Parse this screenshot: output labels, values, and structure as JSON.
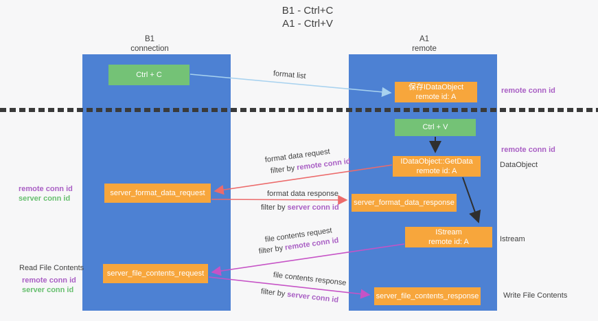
{
  "title": {
    "line1": "B1 - Ctrl+C",
    "line2": "A1 - Ctrl+V"
  },
  "lanes": {
    "left": {
      "name": "B1",
      "role": "connection"
    },
    "right": {
      "name": "A1",
      "role": "remote"
    }
  },
  "boxes": {
    "ctrl_c": {
      "label": "Ctrl + C"
    },
    "save_idataobject": {
      "line1": "保存IDataObject",
      "line2": "remote id: A"
    },
    "ctrl_v": {
      "label": "Ctrl + V"
    },
    "getdata": {
      "line1": "IDataObject::GetData",
      "line2": "remote id: A"
    },
    "format_request": {
      "label": "server_format_data_request"
    },
    "format_response": {
      "label": "server_format_data_response"
    },
    "istream": {
      "line1": "IStream",
      "line2": "remote id: A"
    },
    "file_request": {
      "label": "server_file_contents_request"
    },
    "file_response": {
      "label": "server_file_contents_response"
    }
  },
  "arrow_labels": {
    "format_list": {
      "text": "format list"
    },
    "format_request": {
      "text": "format data request",
      "filter_prefix": "filter by ",
      "filter_value": "remote conn id"
    },
    "format_response": {
      "text": "format data response",
      "filter_prefix": "filter by ",
      "filter_value": "server conn id"
    },
    "file_request": {
      "text": "file contents request",
      "filter_prefix": "filter by ",
      "filter_value": "remote conn id"
    },
    "file_response": {
      "text": "file contents response",
      "filter_prefix": "filter by ",
      "filter_value": "server conn id"
    }
  },
  "side_labels": {
    "left": {
      "remote_conn_id_1": "remote conn id",
      "server_conn_id_1": "server conn id",
      "read_file_contents": "Read File Contents",
      "remote_conn_id_2": "remote conn id",
      "server_conn_id_2": "server conn id"
    },
    "right": {
      "remote_conn_id_1": "remote conn id",
      "remote_conn_id_2": "remote conn id",
      "dataobject": "DataObject",
      "istream": "Istream",
      "write_file_contents": "Write File Contents"
    }
  },
  "colors": {
    "lane_blue": "#4d81d3",
    "box_green": "#74c276",
    "box_orange": "#f7a63c",
    "arrow_light_blue": "#a8d2ef",
    "arrow_red": "#ec6b6b",
    "arrow_magenta": "#c653c6",
    "arrow_black": "#2f2f2f",
    "text_purple": "#a95fc4",
    "text_green": "#67bf6f",
    "text_dark": "#3f3f3f"
  }
}
